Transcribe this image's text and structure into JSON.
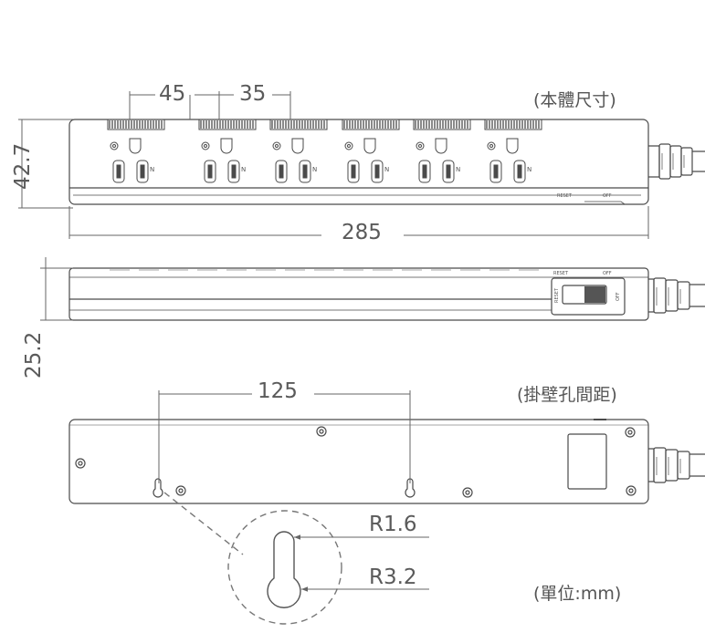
{
  "captions": {
    "body_size": "(本體尺寸)",
    "hanging_spacing": "(掛壁孔間距)",
    "unit": "(單位:mm)"
  },
  "dimensions": {
    "socket_pitch_a": "45",
    "socket_pitch_b": "35",
    "height": "42.7",
    "length": "285",
    "thickness": "25.2",
    "hole_spacing": "125",
    "radius_small": "R1.6",
    "radius_large": "R3.2"
  },
  "labels": {
    "reset": "RESET",
    "off": "OFF",
    "neutral": "N"
  },
  "colors": {
    "line": "#4a4a4a",
    "dim_line": "#6a6a6a",
    "background": "#ffffff"
  }
}
